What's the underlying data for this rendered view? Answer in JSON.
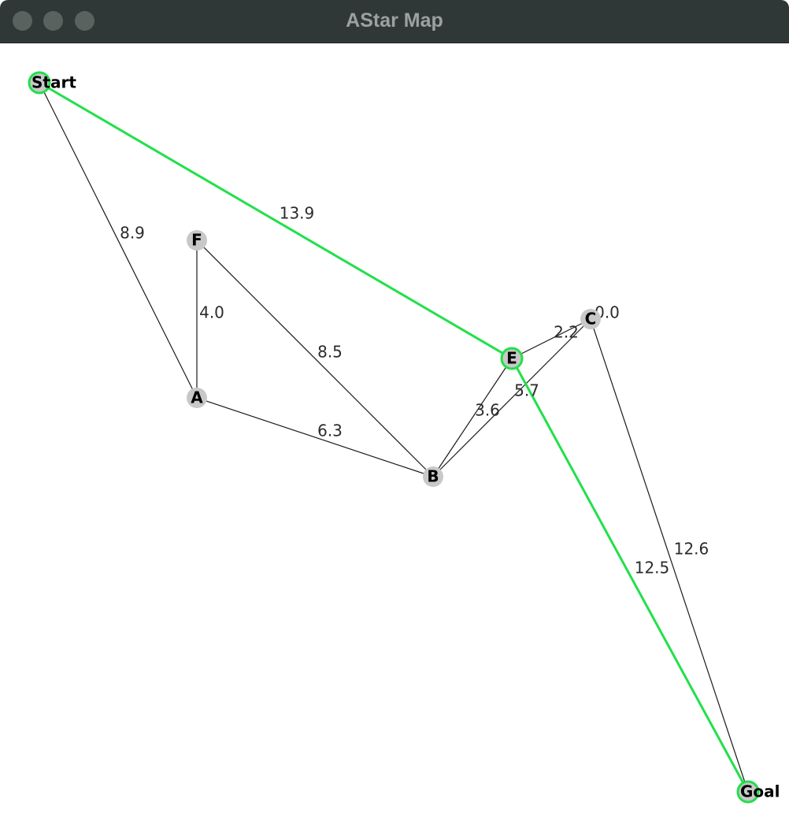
{
  "window": {
    "title": "AStar Map"
  },
  "colors": {
    "path": "#22e04a",
    "edge": "#1a1a1a",
    "node_fill": "#c8c8c8",
    "titlebar": "#2f3836"
  },
  "graph": {
    "nodes": [
      {
        "id": "Start",
        "label": "Start",
        "on_path": true
      },
      {
        "id": "F",
        "label": "F",
        "on_path": false
      },
      {
        "id": "A",
        "label": "A",
        "on_path": false
      },
      {
        "id": "B",
        "label": "B",
        "on_path": false
      },
      {
        "id": "E",
        "label": "E",
        "on_path": true
      },
      {
        "id": "C",
        "label": "C",
        "on_path": false
      },
      {
        "id": "Goal",
        "label": "Goal",
        "on_path": true
      }
    ],
    "edges": [
      {
        "from": "Start",
        "to": "A",
        "weight": "8.9",
        "on_path": false
      },
      {
        "from": "Start",
        "to": "E",
        "weight": "13.9",
        "on_path": true
      },
      {
        "from": "F",
        "to": "A",
        "weight": "4.0",
        "on_path": false
      },
      {
        "from": "F",
        "to": "B",
        "weight": "8.5",
        "on_path": false
      },
      {
        "from": "A",
        "to": "B",
        "weight": "6.3",
        "on_path": false
      },
      {
        "from": "B",
        "to": "E",
        "weight": "3.6",
        "on_path": false
      },
      {
        "from": "B",
        "to": "C",
        "weight": "5.7",
        "on_path": false
      },
      {
        "from": "E",
        "to": "C",
        "weight": "2.2",
        "on_path": false
      },
      {
        "from": "C",
        "to": "C",
        "weight": "0.0",
        "on_path": false
      },
      {
        "from": "E",
        "to": "Goal",
        "weight": "12.5",
        "on_path": true
      },
      {
        "from": "C",
        "to": "Goal",
        "weight": "12.6",
        "on_path": false
      }
    ]
  }
}
